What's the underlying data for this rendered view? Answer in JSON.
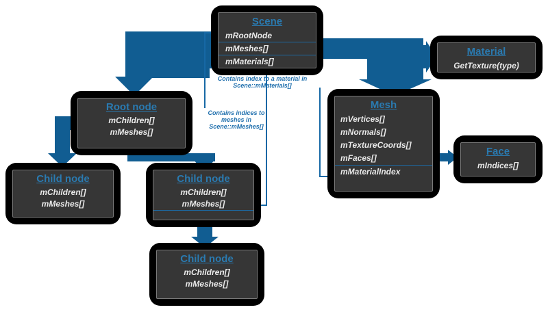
{
  "diagram": {
    "boxes": {
      "scene": {
        "title": "Scene",
        "members": [
          "mRootNode",
          "mMeshes[]",
          "mMaterials[]"
        ]
      },
      "material": {
        "title": "Material",
        "members": [
          "GetTexture(type)"
        ]
      },
      "mesh": {
        "title": "Mesh",
        "members": [
          "mVertices[]",
          "mNormals[]",
          "mTextureCoords[]",
          "mFaces[]",
          "mMaterialIndex"
        ]
      },
      "face": {
        "title": "Face",
        "members": [
          "mIndices[]"
        ]
      },
      "root_node": {
        "title": "Root node",
        "members": [
          "mChildren[]",
          "mMeshes[]"
        ]
      },
      "child_node_left": {
        "title": "Child node",
        "members": [
          "mChildren[]",
          "mMeshes[]"
        ]
      },
      "child_node_center": {
        "title": "Child node",
        "members": [
          "mChildren[]",
          "mMeshes[]"
        ]
      },
      "child_node_bottom": {
        "title": "Child node",
        "members": [
          "mChildren[]",
          "mMeshes[]"
        ]
      }
    },
    "annotations": {
      "material_index_note": "Contains index to a material in Scene::mMaterials[]",
      "mesh_index_note": "Contains indices to meshes in Scene::mMeshes[]"
    },
    "colors": {
      "arrow_fill": "#115d92",
      "thin_line": "#1668a5",
      "title_blue": "#2a7ab0",
      "annotation_blue": "#1f6fad",
      "box_background": "#000000",
      "panel_background": "#363636",
      "member_text": "#e9e9e9"
    }
  }
}
